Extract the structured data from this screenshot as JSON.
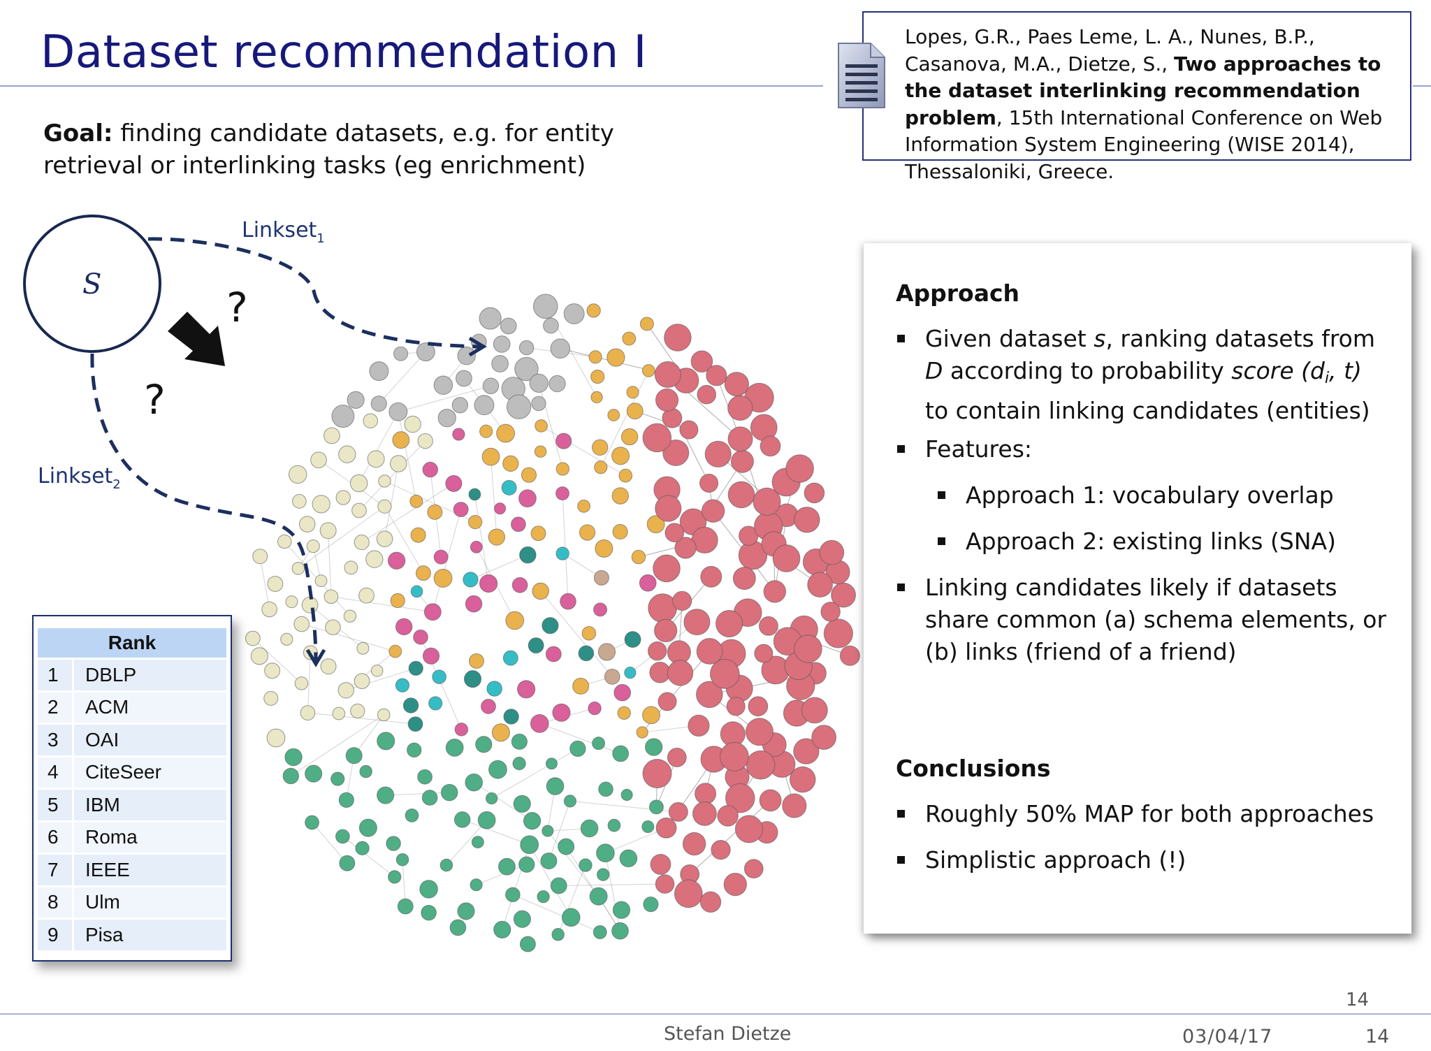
{
  "slide": {
    "title": "Dataset recommendation I",
    "goal_label": "Goal:",
    "goal_text": " finding candidate datasets, e.g. for entity retrieval or interlinking tasks (eg enrichment)"
  },
  "reference": {
    "authors": "Lopes, G.R., Paes Leme, L. A., Nunes, B.P., Casanova, M.A., Dietze, S., ",
    "paper_title": "Two approaches to the dataset interlinking recommendation problem",
    "venue": ", 15th International Conference on Web Information System Engineering (WISE 2014), Thessaloniki, Greece."
  },
  "diagram": {
    "source_label": "S",
    "question_mark": "?",
    "linkset1_label": "Linkset",
    "linkset1_sub": "1",
    "linkset2_label": "Linkset",
    "linkset2_sub": "2"
  },
  "network_colors": {
    "gray": "#bdbdbd",
    "cream": "#e9e7c6",
    "orange": "#eab24d",
    "pink": "#d9609a",
    "teal": "#35bdc6",
    "darkteal": "#2e8f87",
    "tan": "#c8a890",
    "green": "#4fae86",
    "red": "#d9707c",
    "edge": "#6a6a6a"
  },
  "rank_table": {
    "header": "Rank",
    "rows": [
      {
        "rank": "1",
        "name": "DBLP"
      },
      {
        "rank": "2",
        "name": "ACM"
      },
      {
        "rank": "3",
        "name": "OAI"
      },
      {
        "rank": "4",
        "name": "CiteSeer"
      },
      {
        "rank": "5",
        "name": "IBM"
      },
      {
        "rank": "6",
        "name": "Roma"
      },
      {
        "rank": "7",
        "name": "IEEE"
      },
      {
        "rank": "8",
        "name": "Ulm"
      },
      {
        "rank": "9",
        "name": "Pisa"
      }
    ]
  },
  "approach": {
    "heading": "Approach",
    "b1_a": "Given dataset ",
    "b1_s": "s",
    "b1_b": ", ranking datasets from ",
    "b1_d": "D",
    "b1_c": " according to probability ",
    "b1_score": "score (d",
    "b1_sub": "i",
    "b1_score2": ", t)",
    "b1_e": " to contain linking candidates (entities)",
    "b2": "Features:",
    "b2_1": "Approach 1: vocabulary overlap",
    "b2_2": "Approach 2: existing links (SNA)",
    "b3": "Linking candidates likely if datasets share common (a) schema elements, or (b) links (friend of a friend)"
  },
  "conclusions": {
    "heading": "Conclusions",
    "c1": "Roughly 50% MAP for both approaches",
    "c2": "Simplistic approach (!)"
  },
  "footer": {
    "page_top": "14",
    "author": "Stefan Dietze",
    "date": "03/04/17",
    "page": "14"
  }
}
